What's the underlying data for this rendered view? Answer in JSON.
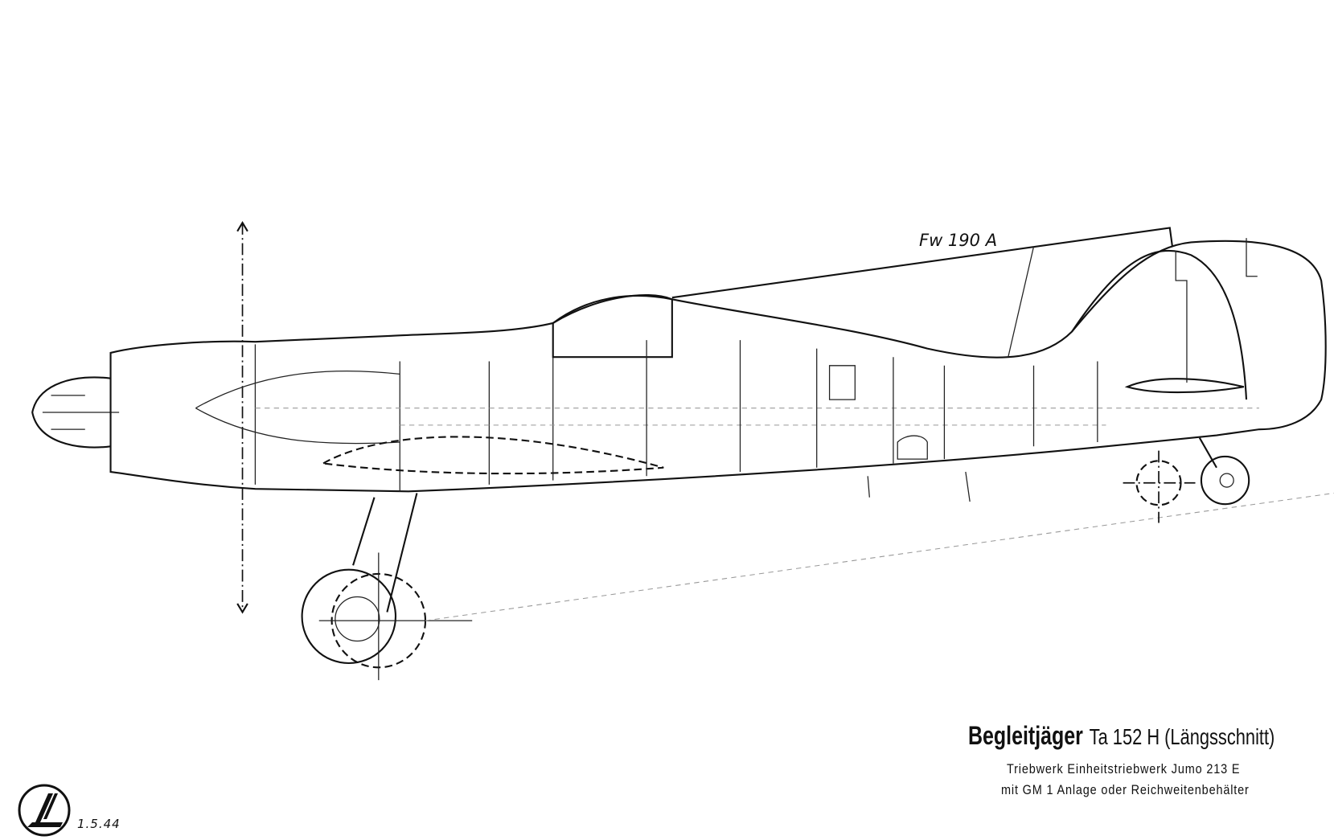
{
  "drawing": {
    "title": "Begleitjäger",
    "subtitle": "Ta 152 H (Längsschnitt)",
    "engine_line": "Triebwerk Einheitstriebwerk Jumo 213 E",
    "equipment_line": "mit GM 1 Anlage oder Reichweitenbehälter",
    "comparison_label": "Fw 190 A",
    "date": "1.5.44",
    "logo_letter": "L"
  }
}
